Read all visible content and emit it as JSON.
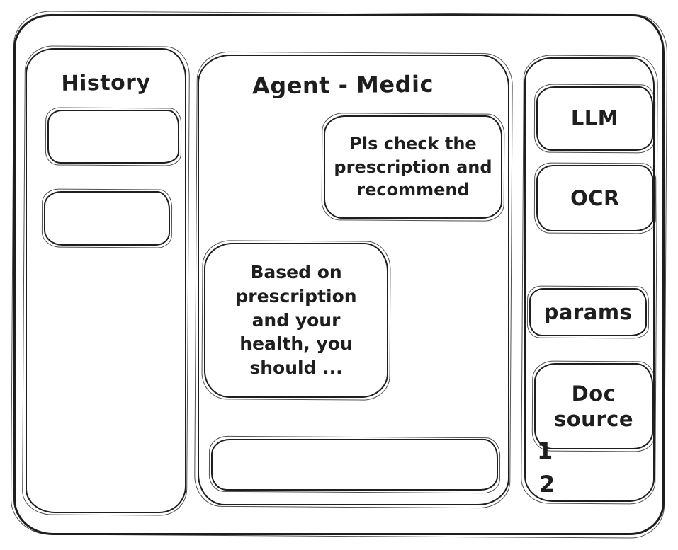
{
  "colors": {
    "stroke": "#1e1e1e",
    "background": "#ffffff"
  },
  "sidebar": {
    "title": "History",
    "items": [
      {
        "label": ""
      },
      {
        "label": ""
      }
    ]
  },
  "chat": {
    "title": "Agent - Medic",
    "messages": [
      {
        "role": "user",
        "text": "Pls check the prescription and recommend"
      },
      {
        "role": "agent",
        "text": "Based on prescription and your health, you should ..."
      }
    ],
    "input": {
      "value": "",
      "placeholder": ""
    }
  },
  "tools": {
    "buttons": [
      {
        "label": "LLM"
      },
      {
        "label": "OCR"
      },
      {
        "label": "params"
      },
      {
        "label": "Doc source"
      }
    ],
    "doc_source_items": [
      "1",
      "2"
    ]
  }
}
